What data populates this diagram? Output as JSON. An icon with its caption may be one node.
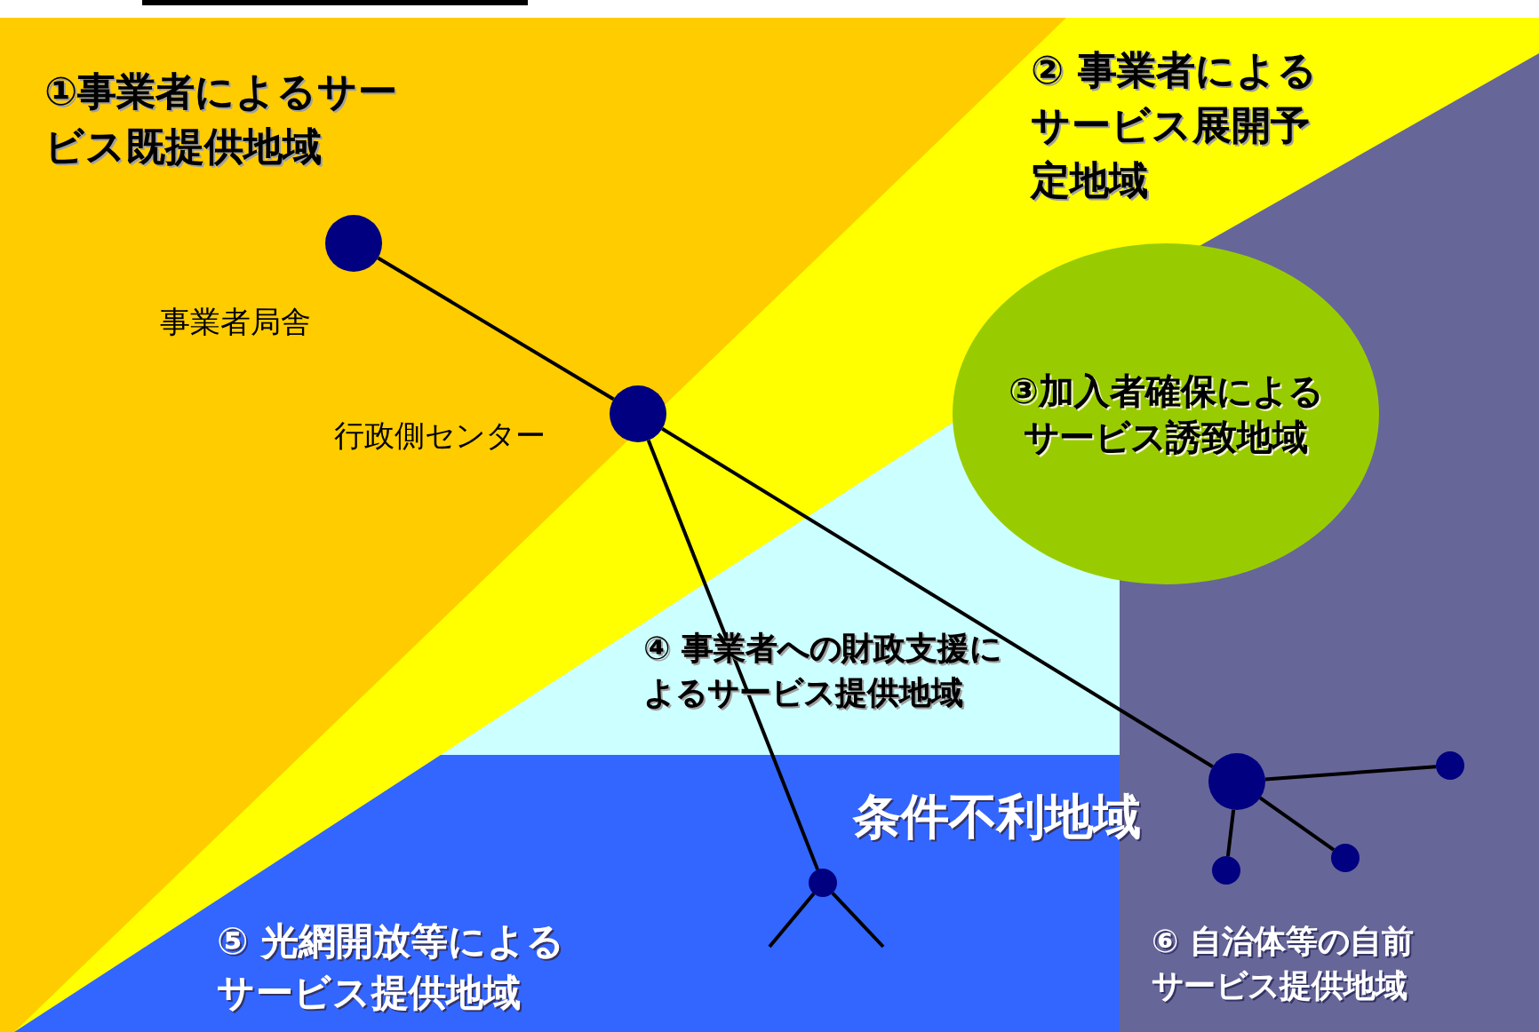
{
  "diagram": {
    "nodes": [
      {
        "text": [],
        "shape": "circle",
        "beside": [
          "事業者局舎"
        ]
      },
      {
        "text": [],
        "shape": "circle",
        "beside": [
          "行政側センター"
        ]
      },
      {
        "text": [
          "③加入者確保によるサービス誘致地域"
        ]
      },
      {
        "text": [],
        "shape": "circle"
      },
      {
        "text": [],
        "shape": "circle"
      },
      {
        "text": [],
        "shape": "circle"
      },
      {
        "text": [],
        "shape": "circle"
      },
      {
        "text": [],
        "shape": "circle"
      }
    ],
    "edges": [
      {
        "from": 0,
        "to": 1,
        "arrow": "none"
      },
      {
        "from": 1,
        "to": 3,
        "arrow": "none"
      },
      {
        "from": 1,
        "to": 5,
        "arrow": "none"
      },
      {
        "from": 3,
        "to": 4,
        "arrow": "none"
      },
      {
        "from": 3,
        "to": 6,
        "arrow": "none"
      },
      {
        "from": 3,
        "to": 7,
        "arrow": "none"
      },
      {
        "from": 5,
        "to": null,
        "arrow": "none"
      },
      {
        "from": 5,
        "to": null,
        "arrow": "none"
      }
    ],
    "labels": [
      "①事業者によるサービス既提供地域",
      "② 事業者によるサービス展開予定地域",
      "④ 事業者への財政支援によるサービス提供地域",
      "条件不利地域",
      "⑤ 光網開放等によるサービス提供地域",
      "⑥ 自治体等の自前サービス提供地域"
    ]
  }
}
